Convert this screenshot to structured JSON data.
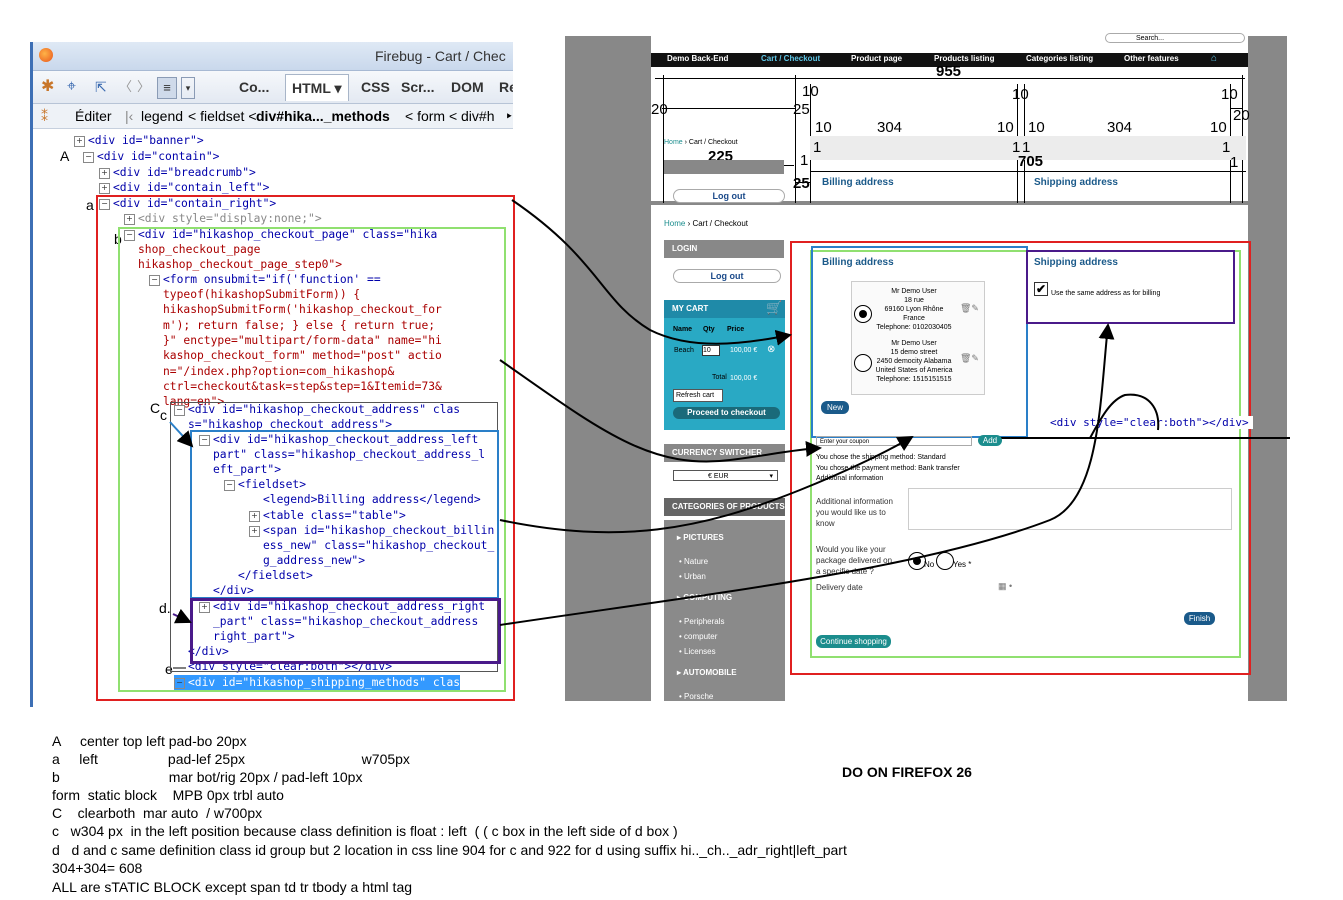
{
  "firebug": {
    "window_title": "Firebug - Cart / Chec",
    "toolbar": {
      "tab_co": "Co...",
      "tab_html": "HTML",
      "tab_html_arrow": "▾",
      "tab_css": "CSS",
      "tab_script": "Scr...",
      "tab_dom": "DOM",
      "tab_re": "Re"
    },
    "breadcrumb": {
      "edit": "Éditer",
      "sep": "|‹",
      "legend": "legend",
      "fieldset": "< fieldset <",
      "current": "div#hika..._methods",
      "form": "< form < div#h",
      "end": "‣"
    },
    "tree": [
      {
        "t": "<div id=\"banner\">"
      },
      {
        "t": "<div id=\"contain\">"
      },
      {
        "t": "<div id=\"breadcrumb\">"
      },
      {
        "t": "<div id=\"contain_left\">"
      },
      {
        "t": "<div id=\"contain_right\">"
      },
      {
        "t": "<div style=\"display:none;\">"
      },
      {
        "t": "<div id=\"hikashop_checkout_page\" class=\"hika"
      },
      {
        "t": "shop_checkout_page"
      },
      {
        "t": "hikashop_checkout_page_step0\">"
      },
      {
        "t": "<form onsubmit=\"if('function' =="
      },
      {
        "t": "typeof(hikashopSubmitForm)) {"
      },
      {
        "t": "hikashopSubmitForm('hikashop_checkout_for"
      },
      {
        "t": "m'); return false; } else { return true;"
      },
      {
        "t": "}\" enctype=\"multipart/form-data\" name=\"hi"
      },
      {
        "t": "kashop_checkout_form\" method=\"post\" actio"
      },
      {
        "t": "n=\"/index.php?option=com_hikashop&"
      },
      {
        "t": "ctrl=checkout&task=step&step=1&Itemid=73&"
      },
      {
        "t": "lang=en\">"
      },
      {
        "t": "<div id=\"hikashop_checkout_address\" clas"
      },
      {
        "t": "s=\"hikashop_checkout_address\">"
      },
      {
        "t": "<div id=\"hikashop_checkout_address_left"
      },
      {
        "t": "part\" class=\"hikashop_checkout_address_l"
      },
      {
        "t": "eft_part\">"
      },
      {
        "t": "<fieldset>"
      },
      {
        "t": "<legend>Billing address</legend>"
      },
      {
        "t": "<table class=\"table\">"
      },
      {
        "t": "<span id=\"hikashop_checkout_billin"
      },
      {
        "t": "ess_new\" class=\"hikashop_checkout_"
      },
      {
        "t": "g_address_new\">"
      },
      {
        "t": "</fieldset>"
      },
      {
        "t": "</div>"
      },
      {
        "t": "<div id=\"hikashop_checkout_address_right"
      },
      {
        "t": "_part\" class=\"hikashop_checkout_address"
      },
      {
        "t": "right_part\">"
      },
      {
        "t": "</div>"
      },
      {
        "t": "<div style=\"clear:both\"></div>"
      },
      {
        "t": "<div id=\"hikashop_shipping_methods\" clas"
      }
    ],
    "labels": {
      "A": "A",
      "a": "a",
      "b": "b",
      "C": "C",
      "c": "c",
      "d": "d.",
      "e": "e"
    }
  },
  "site": {
    "search_placeholder": "Search...",
    "nav": [
      "Demo Back-End",
      "Cart / Checkout",
      "Product page",
      "Products listing",
      "Categories listing",
      "Other features"
    ],
    "dims": {
      "total": "955",
      "ten": "10",
      "twenty": "20",
      "twentyfive": "25",
      "w304": "304",
      "w225": "225",
      "w705": "705",
      "one": "1"
    },
    "breadcrumb_home": "Home",
    "breadcrumb_current": "Cart / Checkout",
    "login": "LOGIN",
    "log_out": "Log out",
    "my_cart": "MY CART",
    "cart_cols": [
      "Name",
      "Qty",
      "Price"
    ],
    "cart_item": "Beach",
    "cart_qty": "10",
    "cart_price": "100,00 €",
    "cart_total_label": "Total",
    "cart_total": "100,00 €",
    "refresh_cart": "Refresh cart",
    "proceed": "Proceed to checkout",
    "currency_switcher": "CURRENCY SWITCHER",
    "currency_value": "€ EUR",
    "categories": "CATEGORIES OF PRODUCTS",
    "cat_pictures": "PICTURES",
    "pictures_items": [
      "Nature",
      "Urban"
    ],
    "cat_computing": "COMPUTING",
    "computing_items": [
      "Peripherals",
      "computer",
      "Licenses"
    ],
    "cat_automobile": "AUTOMOBILE",
    "automobile_items": [
      "Porsche"
    ],
    "billing_address": "Billing address",
    "shipping_address": "Shipping address",
    "address1": [
      "Mr Demo User",
      "18 rue",
      "69160 Lyon Rhône",
      "France",
      "Telephone: 0102030405"
    ],
    "address2": [
      "Mr Demo User",
      "15 demo street",
      "2450 democity Alabama",
      "United States of America",
      "Telephone: 1515151515"
    ],
    "new": "New",
    "same_address": "Use the same address as for billing",
    "clear_both": "<div style=\"clear:both\"></div>",
    "coupon": "Enter your coupon",
    "add": "Add",
    "shipping_method": "You chose the shipping method: Standard",
    "payment_method": "You chose the payment method: Bank transfer",
    "additional": "Additional information",
    "additional_q": [
      "Additional information",
      "you would like us to",
      "know"
    ],
    "deliver_q": [
      "Would you like your",
      "package delivered on",
      "a specific date ?"
    ],
    "no": "No",
    "yes": "Yes *",
    "delivery_date": "Delivery date",
    "finish": "Finish",
    "continue_shopping": "Continue shopping"
  },
  "do_on": "DO ON FIREFOX 26",
  "notes": [
    "A     center top left pad-bo 20px",
    "a     left                  pad-lef 25px                              w705px",
    "b                            mar bot/rig 20px / pad-left 10px",
    "form  static block    MPB 0px trbl auto",
    "C    clearboth  mar auto  / w700px",
    "c   w304 px  in the left position because class definition is float : left  ( ( c box in the left side of d box )",
    "d   d and c same definition class id group but 2 location in css line 904 for c and 922 for d using suffix hi.._ch.._adr_right|left_part",
    "304+304= 608",
    "ALL are sTATIC BLOCK except span td tr tbody a html tag"
  ],
  "colors": {
    "red_box": "#e02020",
    "green_box": "#90e070",
    "blue_box": "#2a7fc8",
    "purple_box": "#4a1a8a",
    "gray_box": "#555555"
  }
}
